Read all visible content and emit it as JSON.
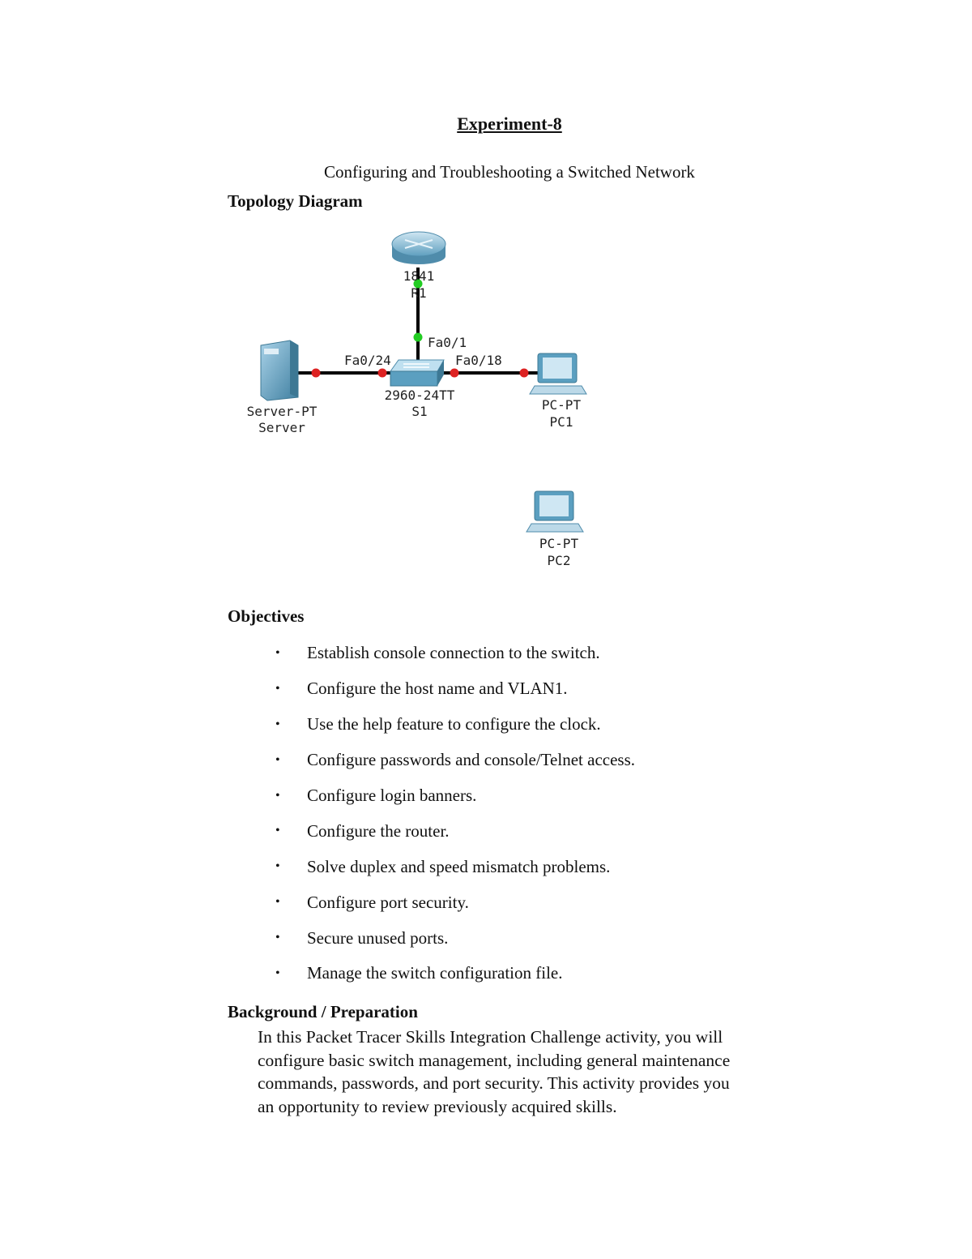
{
  "document": {
    "title": "Experiment-8",
    "subtitle": "Configuring and Troubleshooting a Switched Network",
    "topology_heading": "Topology Diagram",
    "objectives_heading": "Objectives",
    "background_heading": "Background / Preparation",
    "bullet_symbol": "•",
    "objectives": [
      "Establish console connection to the switch.",
      "Configure the host name and VLAN1.",
      "Use the help feature to configure the clock.",
      "Configure passwords and console/Telnet access.",
      "Configure login banners.",
      "Configure the router.",
      "Solve duplex and speed mismatch problems.",
      "Configure port security.",
      "Secure unused ports.",
      "Manage the switch configuration file."
    ],
    "background_text": "In this Packet Tracer Skills Integration Challenge activity, you will configure basic switch management, including general maintenance commands, passwords, and port security. This activity provides you an opportunity to review previously acquired skills."
  },
  "diagram": {
    "router": {
      "model": "1841",
      "name": "R1"
    },
    "switch": {
      "model": "2960-24TT",
      "name": "S1"
    },
    "server": {
      "model": "Server-PT",
      "name": "Server"
    },
    "pc1": {
      "model": "PC-PT",
      "name": "PC1"
    },
    "pc2": {
      "model": "PC-PT",
      "name": "PC2"
    },
    "ports": {
      "switch_to_router": "Fa0/1",
      "switch_to_server": "Fa0/24",
      "switch_to_pc1": "Fa0/18"
    },
    "colors": {
      "link": "#000000",
      "up": "#22cc22",
      "down": "#dd2222",
      "device": "#5b9fc0"
    }
  }
}
